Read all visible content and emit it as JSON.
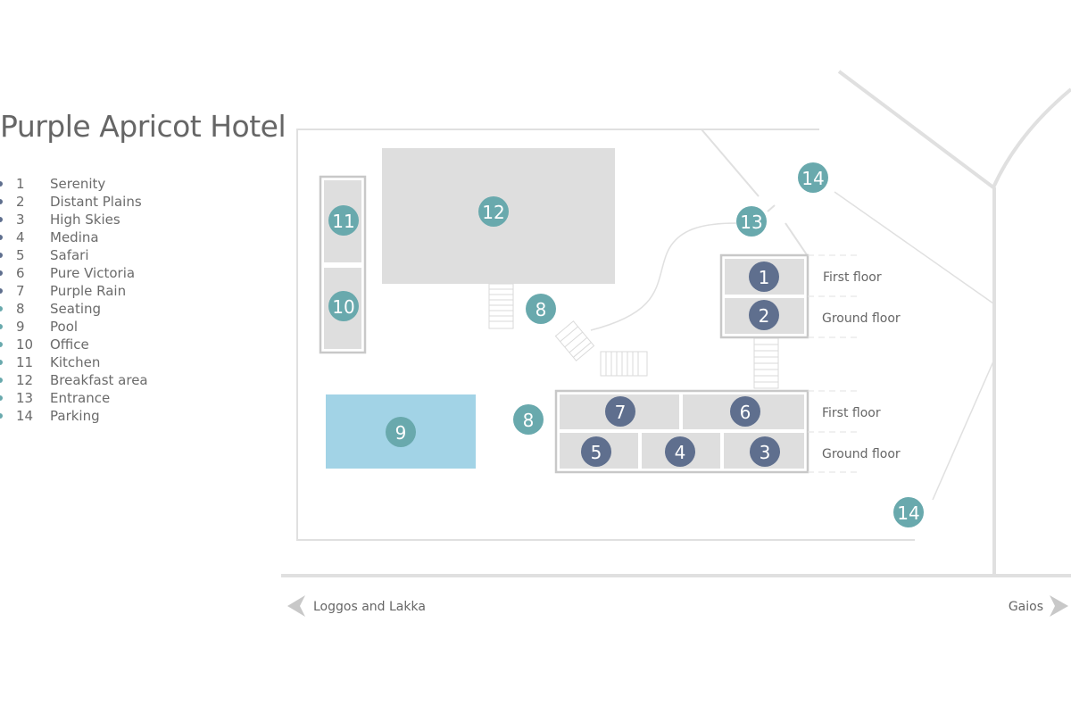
{
  "title": "Purple Apricot Hotel",
  "colors": {
    "room": "#5f6f8e",
    "facility": "#69a9ad",
    "pool": "#a2d3e6",
    "building": "#dedede",
    "road": "#e0e0e0"
  },
  "legend": [
    {
      "num": "1",
      "label": "Serenity",
      "kind": "room"
    },
    {
      "num": "2",
      "label": "Distant Plains",
      "kind": "room"
    },
    {
      "num": "3",
      "label": "High Skies",
      "kind": "room"
    },
    {
      "num": "4",
      "label": "Medina",
      "kind": "room"
    },
    {
      "num": "5",
      "label": "Safari",
      "kind": "room"
    },
    {
      "num": "6",
      "label": "Pure Victoria",
      "kind": "room"
    },
    {
      "num": "7",
      "label": "Purple Rain",
      "kind": "room"
    },
    {
      "num": "8",
      "label": "Seating",
      "kind": "facility"
    },
    {
      "num": "9",
      "label": "Pool",
      "kind": "facility"
    },
    {
      "num": "10",
      "label": "Office",
      "kind": "facility"
    },
    {
      "num": "11",
      "label": "Kitchen",
      "kind": "facility"
    },
    {
      "num": "12",
      "label": "Breakfast area",
      "kind": "facility"
    },
    {
      "num": "13",
      "label": "Entrance",
      "kind": "facility"
    },
    {
      "num": "14",
      "label": "Parking",
      "kind": "facility"
    }
  ],
  "floors": {
    "first": "First floor",
    "ground": "Ground floor"
  },
  "directions": {
    "left": "Loggos and Lakka",
    "right": "Gaios"
  },
  "markers": {
    "m1": "1",
    "m2": "2",
    "m3": "3",
    "m4": "4",
    "m5": "5",
    "m6": "6",
    "m7": "7",
    "m8": "8",
    "m9": "9",
    "m10": "10",
    "m11": "11",
    "m12": "12",
    "m13": "13",
    "m14": "14"
  }
}
